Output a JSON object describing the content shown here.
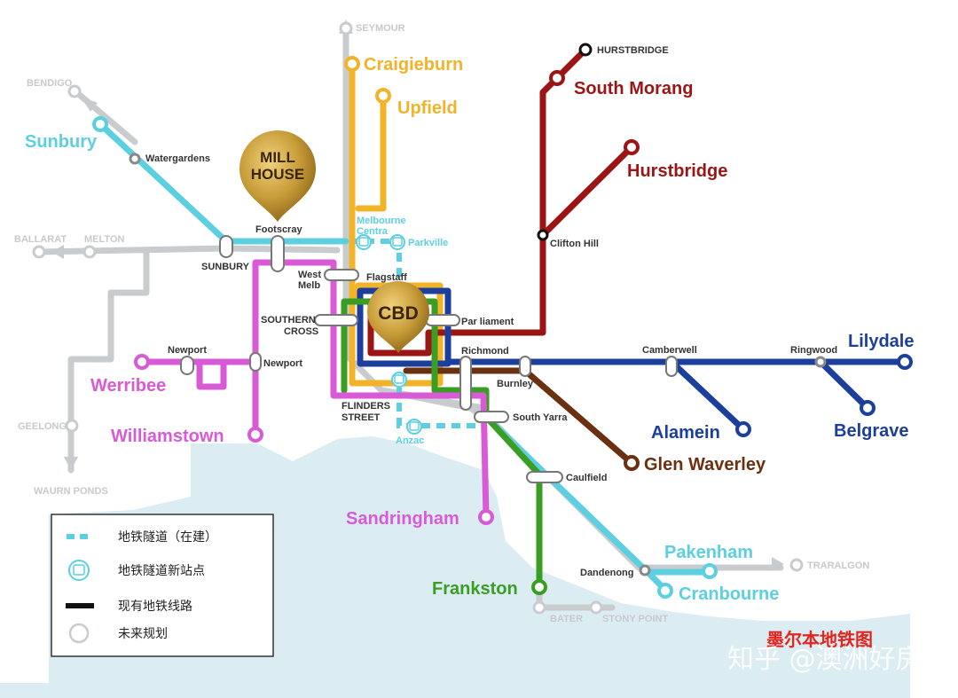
{
  "colors": {
    "sunbury": "#5ccfe0",
    "craigieburn": "#f2b328",
    "hurstbridge": "#9b1515",
    "werribee": "#d85ad6",
    "lilydale": "#1d3f9c",
    "glen_waverley": "#6a300f",
    "frankston": "#3a9e24",
    "future": "#c9ccce",
    "bay": "#dcecf3",
    "cbd_gold": "#c79c39"
  },
  "stations": {
    "seymour": "SEYMOUR",
    "bendigo": "BENDIGO",
    "ballarat": "BALLARAT",
    "melton": "MELTON",
    "geelong": "GEELONG",
    "waurn_ponds": "WAURN PONDS",
    "traralgon": "TRARALGON",
    "bater": "BATER",
    "stony_point": "STONY POINT",
    "hurstbridge_top": "HURSTBRIDGE",
    "craigieburn": "Craigieburn",
    "upfield": "Upfield",
    "south_morang": "South Morang",
    "hurstbridge": "Hurstbridge",
    "sunbury": "Sunbury",
    "watergardens": "Watergardens",
    "footscray": "Footscray",
    "sunbury_junction": "SUNBURY",
    "melbourne_central_1": "Melbourne",
    "melbourne_central_2": "Centra",
    "parkville": "Parkville",
    "clifton_hill": "Clifton Hill",
    "west_melb_1": "West",
    "west_melb_2": "Melb",
    "flagstaff": "Flagstaff",
    "southern_cross_1": "SOUTHERN",
    "southern_cross_2": "CROSS",
    "parliament": "Par liament",
    "richmond": "Richmond",
    "camberwell": "Camberwell",
    "ringwood": "Ringwood",
    "lilydale": "Lilydale",
    "newport_left": "Newport",
    "newport_right": "Newport",
    "werribee": "Werribee",
    "williamstown": "Williamstown",
    "burnley": "Burnley",
    "flinders_1": "FLINDERS",
    "flinders_2": "STREET",
    "south_yarra": "South Yarra",
    "anzac": "Anzac",
    "alamein": "Alamein",
    "belgrave": "Belgrave",
    "glen_waverley": "Glen Waverley",
    "caulfield": "Caulfield",
    "sandringham": "Sandringham",
    "pakenham": "Pakenham",
    "dandenong": "Dandenong",
    "cranbourne": "Cranbourne",
    "frankston": "Frankston"
  },
  "badges": {
    "mill_house_1": "MILL",
    "mill_house_2": "HOUSE",
    "cbd": "CBD"
  },
  "legend": {
    "tunnel": "地铁隧道（在建）",
    "new_station": "地铁隧道新站点",
    "existing_line": "现有地铁线路",
    "future_plan": "未来规划"
  },
  "map_title": "墨尔本地铁图",
  "watermark": "知乎 @澳洲好房"
}
